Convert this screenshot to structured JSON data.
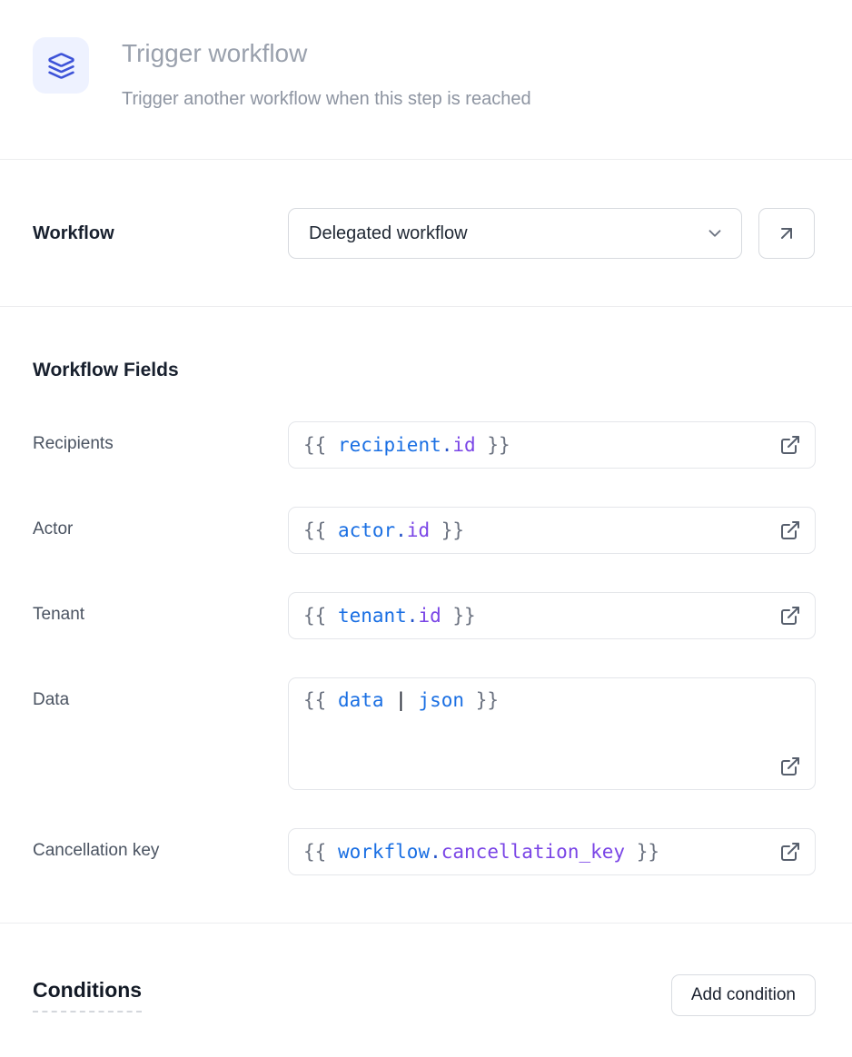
{
  "header": {
    "icon": "layers-icon",
    "title": "Trigger workflow",
    "subtitle": "Trigger another workflow when this step is reached"
  },
  "workflow_section": {
    "label": "Workflow",
    "selected_option": "Delegated workflow",
    "select_icon": "chevron-down-icon",
    "open_button_icon": "arrow-up-right-icon"
  },
  "fields_section": {
    "heading": "Workflow Fields",
    "open_button_icon": "external-link-icon",
    "fields": [
      {
        "label": "Recipients",
        "multiline": false,
        "value": "{{ recipient.id }}",
        "tokens": [
          [
            "{{ ",
            "brace"
          ],
          [
            "recipient",
            "var"
          ],
          [
            ".",
            "dot"
          ],
          [
            "id",
            "prop"
          ],
          [
            " }}",
            "brace"
          ]
        ]
      },
      {
        "label": "Actor",
        "multiline": false,
        "value": "{{ actor.id }}",
        "tokens": [
          [
            "{{ ",
            "brace"
          ],
          [
            "actor",
            "var"
          ],
          [
            ".",
            "dot"
          ],
          [
            "id",
            "prop"
          ],
          [
            " }}",
            "brace"
          ]
        ]
      },
      {
        "label": "Tenant",
        "multiline": false,
        "value": "{{ tenant.id }}",
        "tokens": [
          [
            "{{ ",
            "brace"
          ],
          [
            "tenant",
            "var"
          ],
          [
            ".",
            "dot"
          ],
          [
            "id",
            "prop"
          ],
          [
            " }}",
            "brace"
          ]
        ]
      },
      {
        "label": "Data",
        "multiline": true,
        "value": "{{ data | json }}",
        "tokens": [
          [
            "{{ ",
            "brace"
          ],
          [
            "data",
            "var"
          ],
          [
            " ",
            "plain"
          ],
          [
            "|",
            "pipe"
          ],
          [
            " ",
            "plain"
          ],
          [
            "json",
            "var"
          ],
          [
            " }}",
            "brace"
          ]
        ]
      },
      {
        "label": "Cancellation key",
        "multiline": false,
        "value": "{{ workflow.cancellation_key }}",
        "tokens": [
          [
            "{{ ",
            "brace"
          ],
          [
            "workflow",
            "var"
          ],
          [
            ".",
            "dot"
          ],
          [
            "cancellation_key",
            "prop"
          ],
          [
            " }}",
            "brace"
          ]
        ]
      }
    ]
  },
  "conditions_section": {
    "heading": "Conditions",
    "add_button_label": "Add condition"
  },
  "colors": {
    "icon_blue": "#3d53d8",
    "icon_bg": "#eef2ff",
    "code_var": "#1a6fe3",
    "code_prop": "#7a45e6",
    "code_dot": "#2553c8",
    "code_brace": "#6b7280",
    "code_pipe": "#171d29"
  }
}
